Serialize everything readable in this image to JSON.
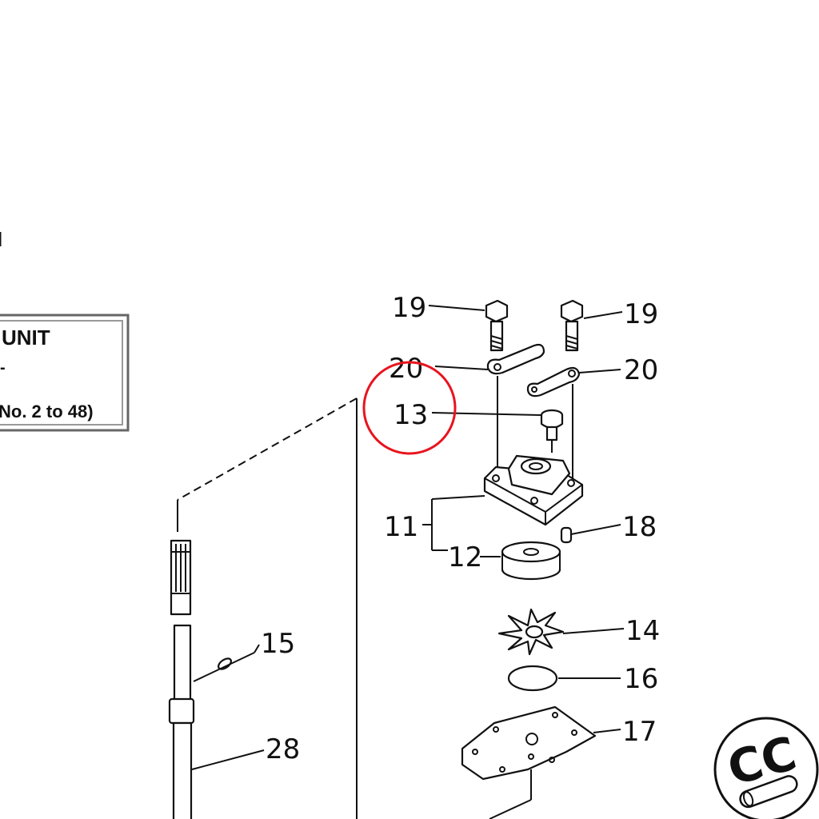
{
  "title_box": {
    "line1": "UNIT",
    "line2": "-",
    "line3": "No. 2 to 48)"
  },
  "edge_mark": "I",
  "callouts": {
    "p19_left": "19",
    "p19_right": "19",
    "p20_left": "20",
    "p20_right": "20",
    "p13": "13",
    "p11": "11",
    "p12": "12",
    "p18": "18",
    "p14": "14",
    "p16": "16",
    "p17": "17",
    "p15": "15",
    "p28": "28"
  },
  "highlight": {
    "target": "13",
    "color": "#e8141e"
  },
  "logo": {
    "text": "CC"
  }
}
